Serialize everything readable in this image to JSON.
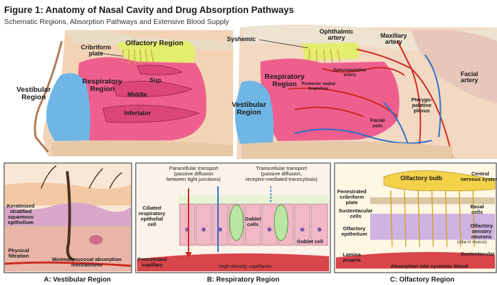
{
  "header": {
    "title": "Figure 1: Anatomy of Nasal Cavity and Drug Absorption Pathways",
    "subtitle": "Schematic Regions, Absorption Pathways and Extensive Blood Supply"
  },
  "left_diagram": {
    "olfactory_region": "Olfactory Region",
    "cribriform_plate": "Cribriform\nplate",
    "respiratory_region": "Respiratory\nRegion",
    "sup": "Sup.",
    "middle": "Middle",
    "inferiator": "Inferiator",
    "vestibular_region": "Vestibular\nRegion"
  },
  "right_diagram": {
    "syshemic": "Syshemic",
    "ophthalmic_artery": "Ophthalmic\nartery",
    "maxillary_artery": "Maxillary\nartery",
    "sphenopalatine_artery": "Sphenopalatine\nartery",
    "respiratory_region": "Respiratory\nRegion",
    "posterior_septal_branches": "Posterior septal\nbranches",
    "pterygopalatine_plexus": "Pterygo-\npalatine\nplexus",
    "facial_artery": "Facial\nartery",
    "facial_vein": "Facial\nvein",
    "vestibular_region": "Vestibular\nRegion"
  },
  "panel_a": {
    "keratinized": "Keratinized\nstratified\nsquamous\nepithelium",
    "physical_filtration": "Physical\nfiltration",
    "minimal_absorption": "Minimal mucosal absorption\nmechanisms",
    "caption": "A: Vestibular Region"
  },
  "panel_b": {
    "paracellular": "Paracellular transport\n(passive diffusion\nbetween tight junctions)",
    "transcellular": "Transcellular transport\n(passive diffusion,\nreceptor-mediated transcytosis)",
    "ciliated": "Ciliated\nrespiratory\nepithelial\ncell",
    "goblet_cells": "Goblet\ncells",
    "goblet_cell": "Goblet cell",
    "fenestrated_capillary": "Fenestrated\ncapillary",
    "high_density": "High-density capillaries",
    "caption": "B: Respiratory Region"
  },
  "panel_c": {
    "olfactory_bulb": "Olfactory bulb",
    "central_nervous": "Central\nnervous system",
    "fenestrated_cribriform": "Fenestrated\ncribriform\nplate",
    "sustentacular_cells": "Sustentacular\ncells",
    "basal_cells": "Basal\ncells",
    "olfactory_epithelium": "Olfactory\nepithelium",
    "olfactory_sensory": "Olfactory\nsensory\nneurons",
    "cilia_in_mucus": "(cilia in mucus)",
    "lamina_propria": "Lamina\npropria",
    "sustentacular": "Sustentacular",
    "absorption_systemic": "Absorption into systemic blood",
    "caption": "C: Olfactory Region"
  },
  "colors": {
    "olfactory": "#e3ee6e",
    "respiratory": "#ee5f8e",
    "vestibular": "#6fb6e6",
    "artery": "#cc2a22",
    "vein": "#2f6fc8",
    "skin": "#f2c9a3",
    "panel_border": "#4a4a4a"
  }
}
